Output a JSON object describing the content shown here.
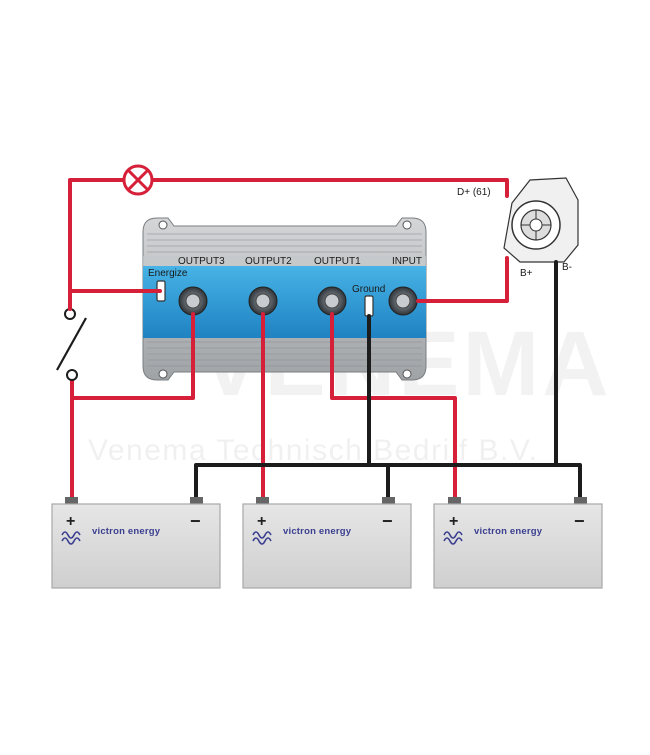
{
  "isolator": {
    "terminals": {
      "output3": "OUTPUT3",
      "output2": "OUTPUT2",
      "output1": "OUTPUT1",
      "input": "INPUT"
    },
    "energize": "Energize",
    "ground": "Ground"
  },
  "alternator": {
    "d_plus": "D+ (61)",
    "b_plus": "B+",
    "b_minus": "B-"
  },
  "batteries": [
    {
      "plus": "+",
      "minus": "−",
      "brand": "victron energy"
    },
    {
      "plus": "+",
      "minus": "−",
      "brand": "victron energy"
    },
    {
      "plus": "+",
      "minus": "−",
      "brand": "victron energy"
    }
  ],
  "watermark": {
    "logo_text": "VENEMA",
    "company": "Venema Technisch Bedrijf B.V."
  },
  "colors": {
    "positive_wire": "#d6203a",
    "negative_wire": "#1c1c1c",
    "isolator_blue": "#2f9bd6",
    "isolator_body": "#b9bcbf",
    "battery_body": "#dcdcdc"
  }
}
